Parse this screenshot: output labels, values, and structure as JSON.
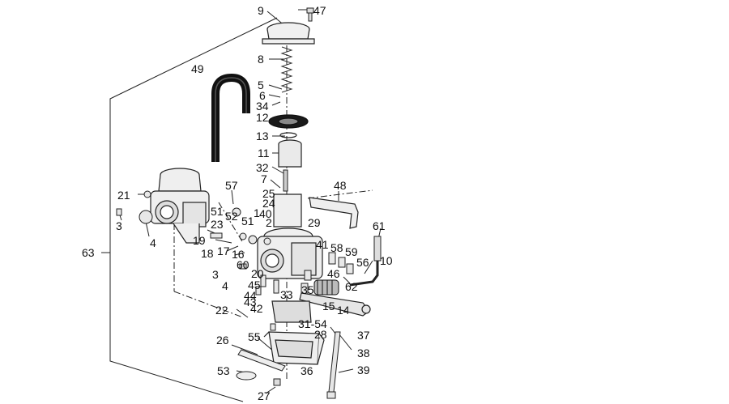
{
  "diagram": {
    "callouts": [
      "9",
      "47",
      "8",
      "49",
      "5",
      "6",
      "34",
      "12",
      "13",
      "11",
      "32",
      "7",
      "25",
      "24",
      "40",
      "48",
      "21",
      "57",
      "51",
      "52",
      "51",
      "1",
      "2",
      "29",
      "3",
      "4",
      "23",
      "19",
      "18",
      "17",
      "16",
      "61",
      "41",
      "58",
      "59",
      "56",
      "10",
      "3",
      "60",
      "20",
      "46",
      "4",
      "45",
      "62",
      "35",
      "44",
      "43",
      "42",
      "33",
      "15",
      "14",
      "22",
      "31-54",
      "28",
      "37",
      "38",
      "55",
      "26",
      "36",
      "39",
      "53",
      "27",
      "63"
    ]
  }
}
